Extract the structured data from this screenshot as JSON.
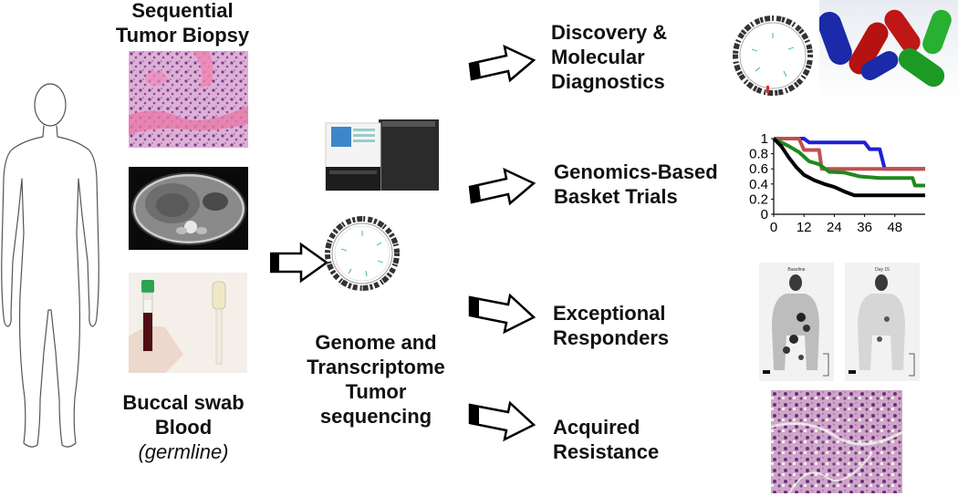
{
  "left": {
    "biopsy_title_line1": "Sequential",
    "biopsy_title_line2": "Tumor Biopsy",
    "germline_line1": "Buccal swab",
    "germline_line2": "Blood",
    "germline_line3": "(germline)"
  },
  "center": {
    "seq_line1": "Genome and",
    "seq_line2": "Transcriptome",
    "seq_line3": "Tumor",
    "seq_line4": "sequencing"
  },
  "outcomes": [
    {
      "line1": "Discovery &",
      "line2": "Molecular",
      "line3": "Diagnostics"
    },
    {
      "line1": "Genomics-Based",
      "line2": "Basket Trials"
    },
    {
      "line1": "Exceptional",
      "line2": "Responders"
    },
    {
      "line1": "Acquired",
      "line2": "Resistance"
    }
  ],
  "pet": {
    "label_left": "Baseline",
    "label_right": "Day 15"
  },
  "chart_data": {
    "type": "line",
    "title": "",
    "xlabel": "",
    "ylabel": "",
    "xlim": [
      0,
      60
    ],
    "ylim": [
      0,
      1
    ],
    "x_ticks": [
      0,
      12,
      24,
      36,
      48
    ],
    "y_ticks": [
      0,
      0.2,
      0.4,
      0.6,
      0.8,
      1
    ],
    "grid": false,
    "series": [
      {
        "color": "#1f1fd6",
        "points": [
          [
            0,
            1
          ],
          [
            12,
            1
          ],
          [
            14,
            0.95
          ],
          [
            36,
            0.95
          ],
          [
            38,
            0.86
          ],
          [
            42,
            0.86
          ],
          [
            44,
            0.6
          ],
          [
            60,
            0.6
          ]
        ]
      },
      {
        "color": "#c0504d",
        "points": [
          [
            0,
            1
          ],
          [
            10,
            1
          ],
          [
            12,
            0.85
          ],
          [
            18,
            0.85
          ],
          [
            19,
            0.6
          ],
          [
            60,
            0.6
          ]
        ]
      },
      {
        "color": "#1e8a1e",
        "points": [
          [
            0,
            1
          ],
          [
            6,
            0.9
          ],
          [
            10,
            0.82
          ],
          [
            14,
            0.7
          ],
          [
            18,
            0.66
          ],
          [
            22,
            0.56
          ],
          [
            28,
            0.55
          ],
          [
            34,
            0.5
          ],
          [
            42,
            0.48
          ],
          [
            55,
            0.48
          ],
          [
            56,
            0.38
          ],
          [
            60,
            0.38
          ]
        ]
      },
      {
        "color": "#000000",
        "points": [
          [
            0,
            1
          ],
          [
            3,
            0.9
          ],
          [
            6,
            0.75
          ],
          [
            9,
            0.62
          ],
          [
            12,
            0.52
          ],
          [
            16,
            0.45
          ],
          [
            20,
            0.4
          ],
          [
            24,
            0.36
          ],
          [
            28,
            0.3
          ],
          [
            32,
            0.25
          ],
          [
            60,
            0.25
          ]
        ]
      }
    ]
  }
}
